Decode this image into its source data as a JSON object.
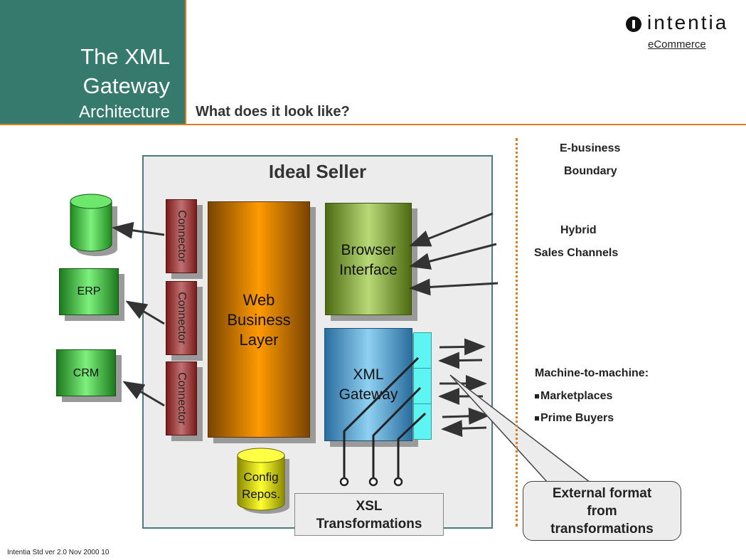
{
  "header": {
    "title_line1": "The XML",
    "title_line2": "Gateway",
    "title_line3": "Architecture",
    "subtitle": "What does it look like?",
    "logo_text": "intentia",
    "logo_sub": "eCommerce"
  },
  "diagram": {
    "seller_title": "Ideal Seller",
    "connectors": [
      "Connector",
      "Connector",
      "Connector"
    ],
    "web_business_layer": [
      "Web",
      "Business",
      "Layer"
    ],
    "browser_interface": [
      "Browser",
      "Interface"
    ],
    "xml_gateway": [
      "XML",
      "Gateway"
    ],
    "config_repos": [
      "Config",
      "Repos."
    ],
    "xsl_transformations": [
      "XSL",
      "Transformations"
    ],
    "external_systems": [
      "ERP",
      "CRM"
    ],
    "external_format_callout": [
      "External format",
      "from",
      "transformations"
    ]
  },
  "right_labels": {
    "boundary": [
      "E-business",
      "Boundary"
    ],
    "hybrid": [
      "Hybrid",
      "Sales Channels"
    ],
    "m2m_title": "Machine-to-machine:",
    "m2m_items": [
      "Marketplaces",
      "Prime Buyers"
    ]
  },
  "footer": "Intentia Std ver 2.0 Nov 2000 10",
  "colors": {
    "title_bg": "#357a6c",
    "accent_line": "#e07b1c",
    "connector": "#a83a3a",
    "web_business_layer": "#ff9a00",
    "browser_interface": "#b9d978",
    "xml_gateway": "#8fd0f2",
    "ports": "#5ff4f4",
    "db_green": "#44dd44",
    "config_yellow": "#ffff00"
  }
}
